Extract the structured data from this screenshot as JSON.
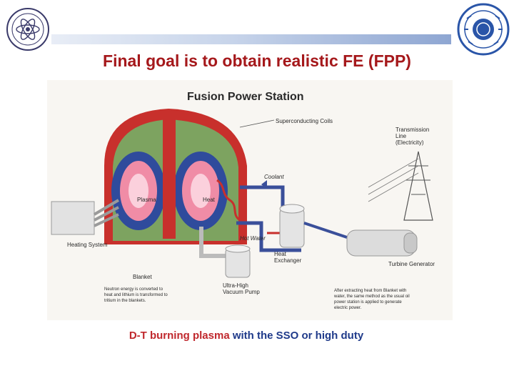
{
  "slide": {
    "title": "Final goal is to obtain realistic FE  (FPP)",
    "caption_part1": "D-T burning  plasma",
    "caption_part2": "  with  the SSO  or high duty"
  },
  "logos": {
    "left": {
      "icon": "atom-emblem-seal-icon"
    },
    "right": {
      "icon": "institute-seal-icon"
    }
  },
  "diagram": {
    "title": "Fusion Power Station",
    "labels": {
      "superconducting_coils": "Superconducting Coils",
      "transmission_line": "Transmission",
      "transmission_line_2": "Line",
      "transmission_line_3": "(Electricity)",
      "coolant": "Coolant",
      "plasma": "Plasma",
      "heat": "Heat",
      "heating_system": "Heating System",
      "hot_water": "Hot Water",
      "heat_exchanger": "Heat",
      "heat_exchanger_2": "Exchanger",
      "turbine_generator": "Turbine Generator",
      "blanket": "Blanket",
      "blanket_note_1": "Neutron energy is converted to",
      "blanket_note_2": "heat and lithium is transformed to",
      "blanket_note_3": "tritium in the blankets.",
      "vacuum_pump": "Ultra-High",
      "vacuum_pump_2": "Vacuum Pump",
      "turbine_note_1": "After extracting heat from Blanket with",
      "turbine_note_2": "water, the same method as the usual oil",
      "turbine_note_3": "power station is applied to generate",
      "turbine_note_4": "electric power."
    },
    "colors": {
      "coil_red": "#c8302c",
      "coil_green": "#7da360",
      "vessel_blue": "#2f4b9c",
      "plasma_pink": "#f08ca6",
      "pipe_blue": "#3a4f9a",
      "heading_red": "#a5181b"
    }
  }
}
